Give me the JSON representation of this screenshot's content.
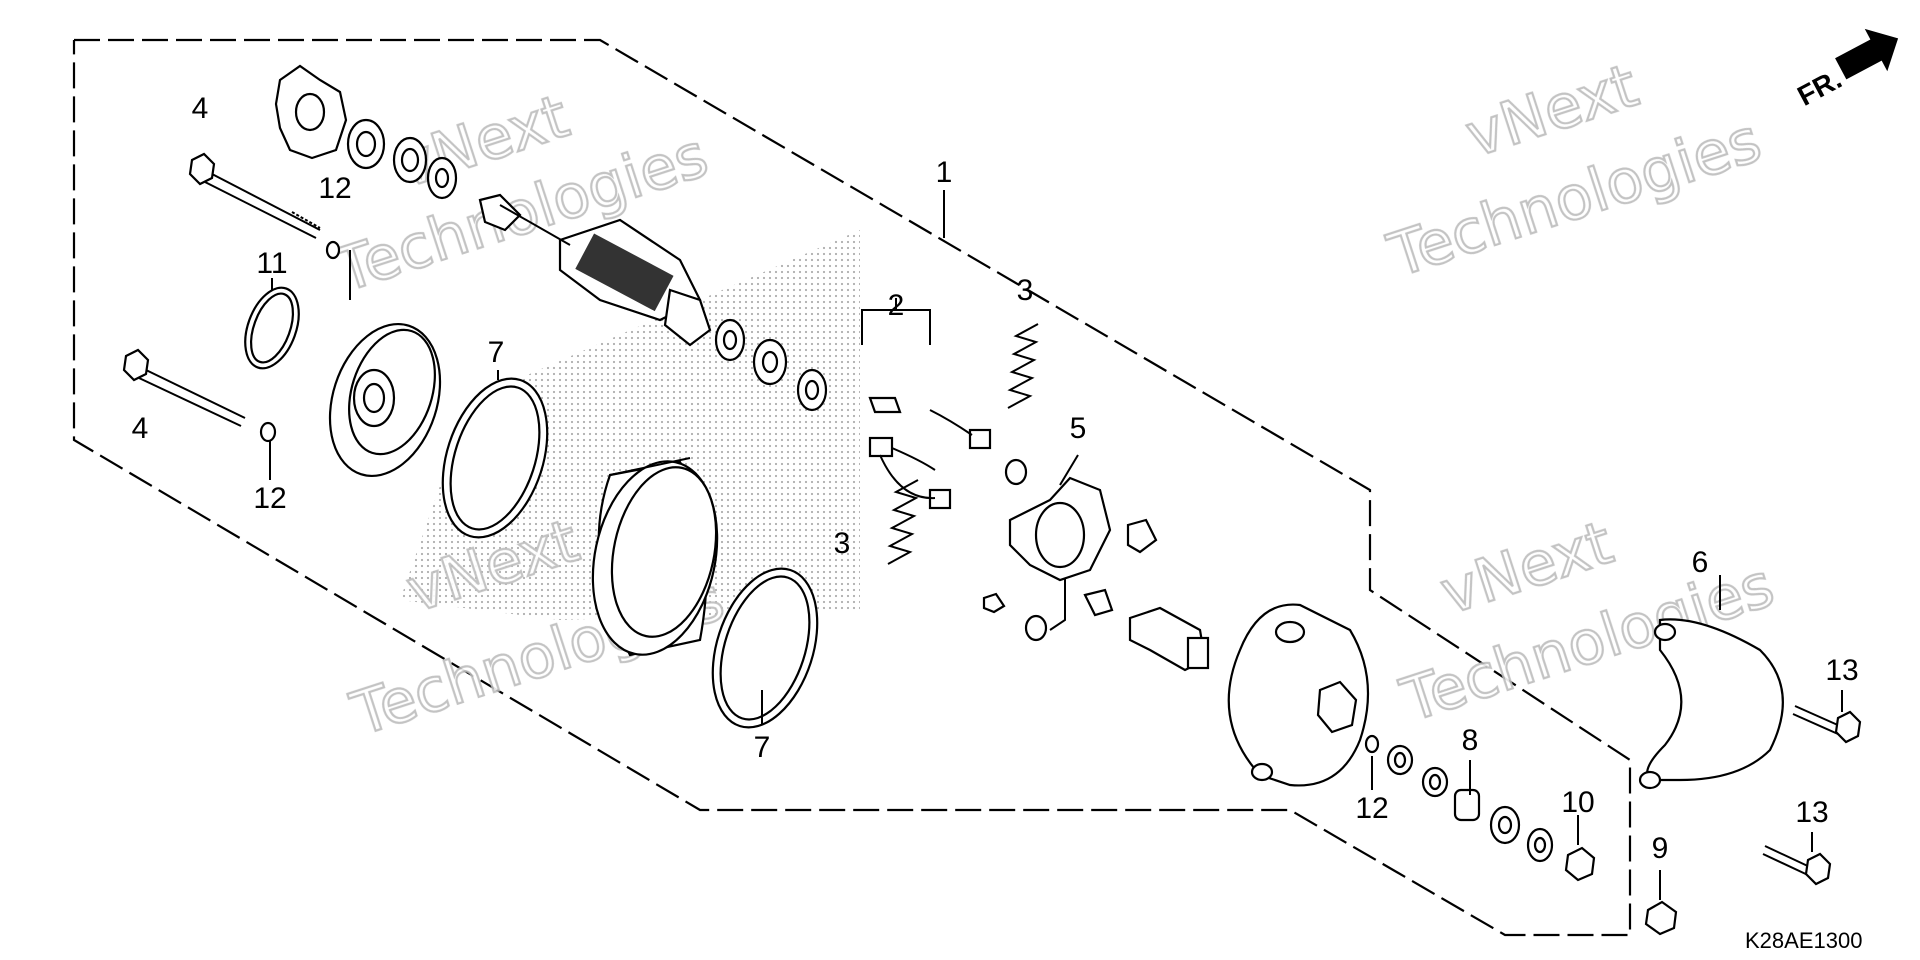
{
  "diagram": {
    "code": "K28AE1300",
    "direction_label": "FR.",
    "watermark": [
      "vNext",
      "Technologies"
    ],
    "callouts": [
      "1",
      "2",
      "3",
      "3",
      "4",
      "4",
      "5",
      "6",
      "7",
      "7",
      "8",
      "9",
      "10",
      "11",
      "12",
      "12",
      "12",
      "13",
      "13"
    ]
  }
}
